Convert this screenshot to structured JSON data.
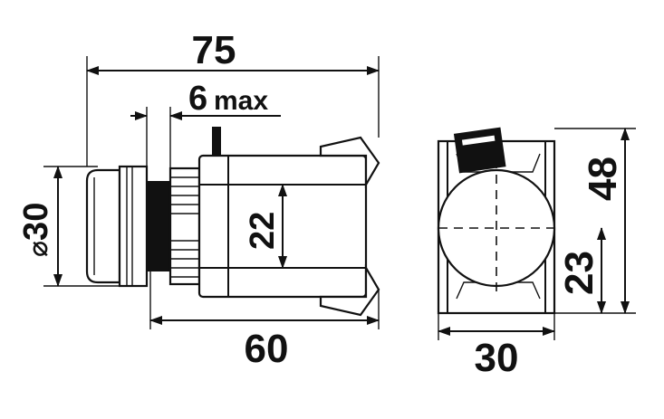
{
  "dimensions": {
    "overall_length": "75",
    "mount_thickness_value": "6",
    "mount_thickness_suffix": "max",
    "diameter_symbol": "⌀",
    "diameter_value": "30",
    "body_height": "22",
    "body_length": "60",
    "side_height": "48",
    "center_height": "23",
    "side_width": "30"
  }
}
